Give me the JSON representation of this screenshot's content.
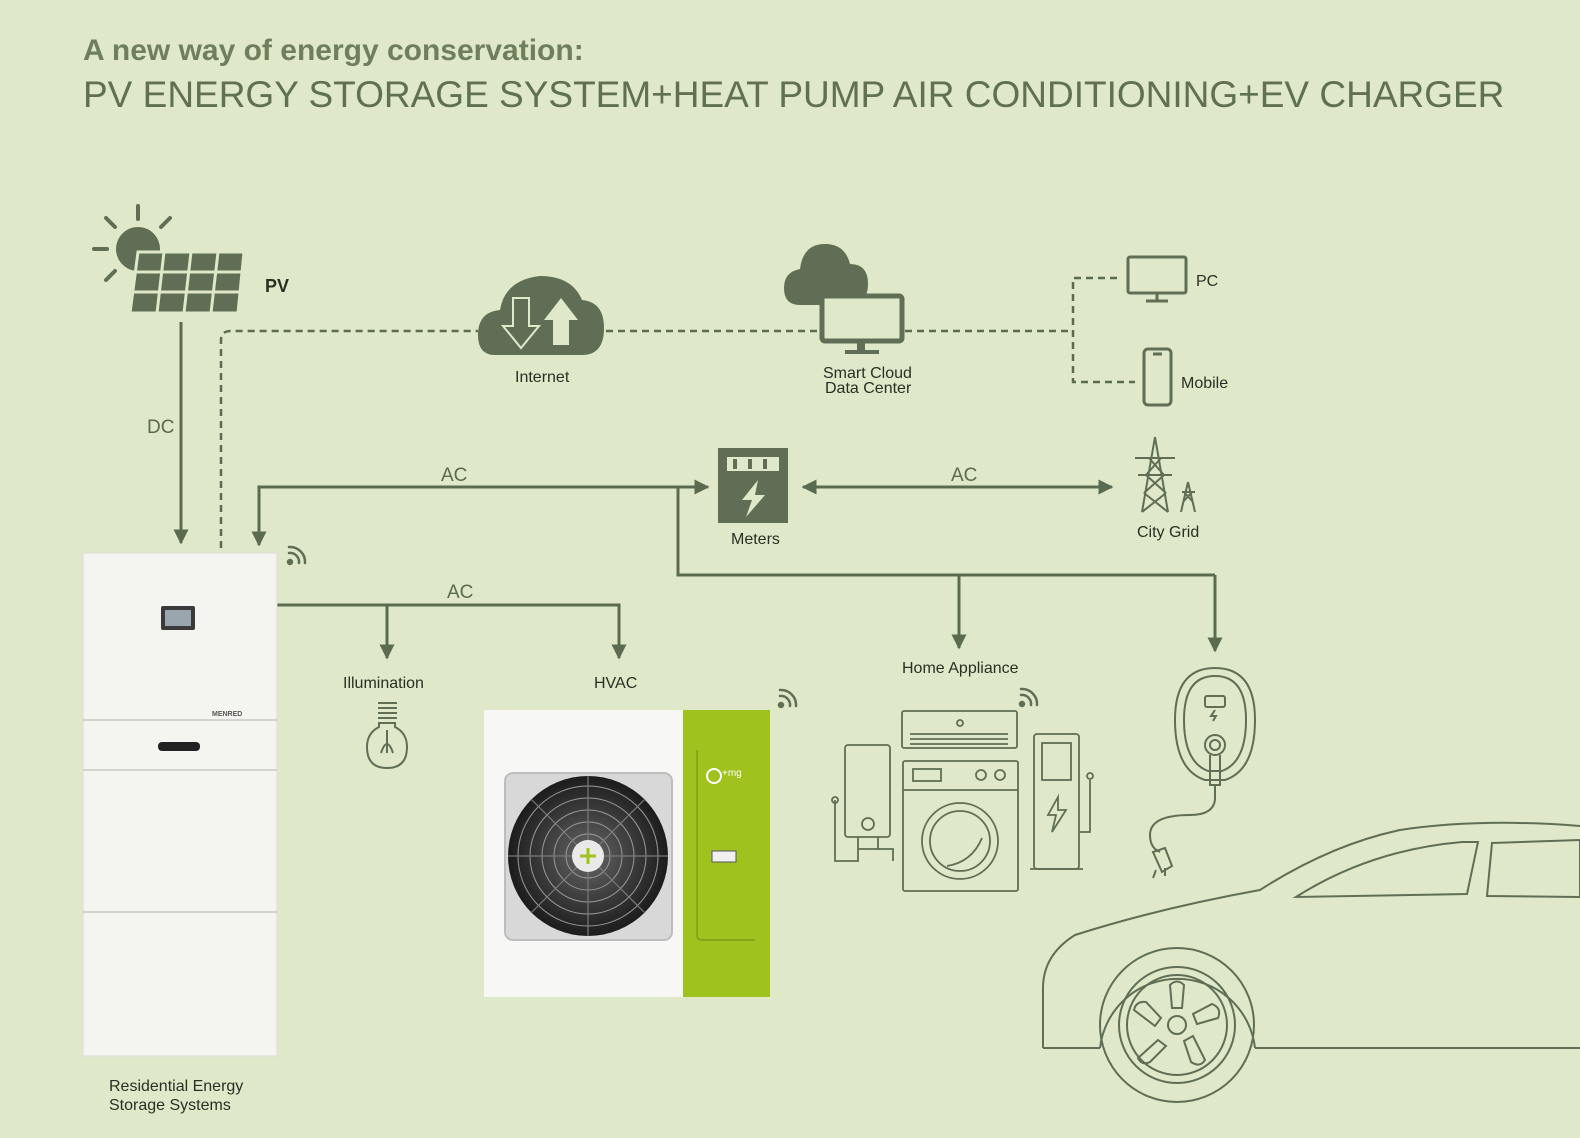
{
  "header": {
    "title": "A new way of energy conservation:",
    "subtitle": "PV ENERGY STORAGE SYSTEM+HEAT PUMP AIR CONDITIONING+EV CHARGER"
  },
  "nodes": {
    "pv": "PV",
    "internet": "Internet",
    "cloud_line1": "Smart Cloud",
    "cloud_line2": "Data Center",
    "pc": "PC",
    "mobile": "Mobile",
    "meters": "Meters",
    "city_grid": "City Grid",
    "illumination": "Illumination",
    "hvac": "HVAC",
    "home_appliance": "Home Appliance",
    "storage_line1": "Residential Energy",
    "storage_line2": "Storage Systems",
    "storage_brand": "MENRED",
    "hvac_brand": "+mg"
  },
  "connections": {
    "dc": "DC",
    "ac_meter": "AC",
    "ac_grid": "AC",
    "ac_loads": "AC"
  },
  "colors": {
    "background": "#dfe8c9",
    "icon": "#5f6e54",
    "line": "#5b6b50",
    "hvac_panel": "#9fc21f"
  }
}
